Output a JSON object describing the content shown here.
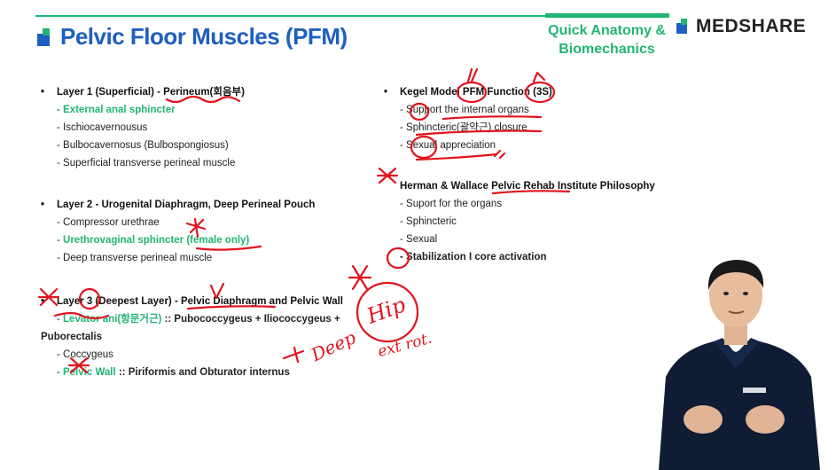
{
  "header": {
    "title": "Pelvic Floor Muscles (PFM)",
    "course": [
      "Quick Anatomy &",
      "Biomechanics"
    ],
    "brand": "MEDSHARE"
  },
  "left": {
    "layer1": {
      "heading": "Layer 1 (Superficial) - Perineum(회음부)",
      "items": [
        "External anal sphincter",
        "Ischiocavernousus",
        "Bulbocavernosus (Bulbospongiosus)",
        "Superficial transverse perineal muscle"
      ]
    },
    "layer2": {
      "heading": "Layer 2 - Urogenital Diaphragm, Deep Perineal Pouch",
      "items": [
        "Compressor urethrae",
        "Urethrovaginal sphincter (female only)",
        "Deep transverse perineal muscle"
      ]
    },
    "layer3": {
      "heading": "Layer 3 (Deepest Layer) - Pelvic Diaphragm and Pelvic Wall",
      "levator_green": "Levator ani(항문거근)",
      "levator_rest": " :: Pubococcygeus + Iliococcygeus +",
      "levator_wrap": "Puborectalis",
      "coccygeus": "Coccygeus",
      "wall_green": "Pelvic Wall",
      "wall_rest": " :: Piriformis and Obturator internus"
    }
  },
  "right": {
    "kegel": {
      "heading": "Kegel Model PFM Function (3S)",
      "items": [
        "Support the internal organs",
        "Sphincteric(괄약근) closure",
        "Sexual appreciation"
      ]
    },
    "hw": {
      "heading": "Herman & Wallace Pelvic Rehab Institute Philosophy",
      "items": [
        "Suport for the organs",
        "Sphincteric",
        "Sexual"
      ],
      "last": "Stabilization I core activation"
    }
  },
  "annotations": {
    "hip": "Hip",
    "deep": "Deep",
    "extra": "ext rot.",
    "ink_color": "#e0141e"
  },
  "colors": {
    "green": "#22b573",
    "blue": "#1f5fbf",
    "ink": "#e0141e"
  }
}
